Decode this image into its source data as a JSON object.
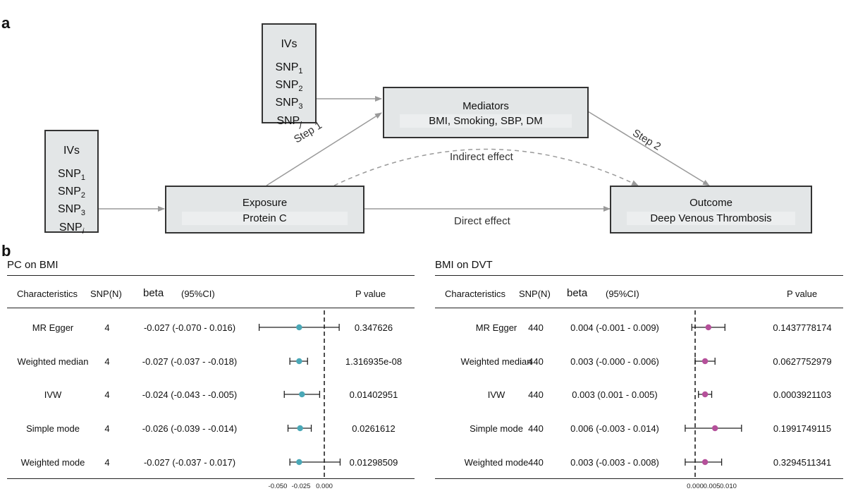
{
  "panel_a": {
    "label": "a",
    "ivs_top": {
      "title": "IVs",
      "snps": [
        {
          "base": "SNP",
          "sub": "1"
        },
        {
          "base": "SNP",
          "sub": "2"
        },
        {
          "base": "SNP",
          "sub": "3"
        },
        {
          "base": "SNP",
          "sub": "j"
        }
      ]
    },
    "ivs_left": {
      "title": "IVs",
      "snps": [
        {
          "base": "SNP",
          "sub": "1"
        },
        {
          "base": "SNP",
          "sub": "2"
        },
        {
          "base": "SNP",
          "sub": "3"
        },
        {
          "base": "SNP",
          "sub": "i"
        }
      ]
    },
    "mediators": {
      "title": "Mediators",
      "subtitle": "BMI, Smoking, SBP, DM"
    },
    "exposure": {
      "title": "Exposure",
      "subtitle": "Protein C"
    },
    "outcome": {
      "title": "Outcome",
      "subtitle": "Deep Venous Thrombosis"
    },
    "edges": {
      "step1": "Step 1",
      "step2": "Step 2",
      "indirect": "Indirect effect",
      "direct": "Direct effect"
    }
  },
  "panel_b": {
    "label": "b",
    "headers": {
      "characteristics": "Characteristics",
      "snp": "SNP(N)",
      "beta": "beta",
      "ci": "(95%CI)",
      "p": "P value"
    },
    "tables": [
      {
        "title": "PC on BMI",
        "point_color": "#4aa8b7",
        "x_ticks": [
          {
            "value": -0.05,
            "label": "-0.050"
          },
          {
            "value": -0.025,
            "label": "-0.025"
          },
          {
            "value": 0.0,
            "label": "0.000"
          }
        ],
        "rows": [
          {
            "method": "MR Egger",
            "snp": "4",
            "ci_text": "-0.027 (-0.070 - 0.016)",
            "beta": -0.027,
            "lo": -0.07,
            "hi": 0.016,
            "p": "0.347626"
          },
          {
            "method": "Weighted median",
            "snp": "4",
            "ci_text": "-0.027 (-0.037 - -0.018)",
            "beta": -0.027,
            "lo": -0.037,
            "hi": -0.018,
            "p": "1.316935e-08"
          },
          {
            "method": "IVW",
            "snp": "4",
            "ci_text": "-0.024 (-0.043 - -0.005)",
            "beta": -0.024,
            "lo": -0.043,
            "hi": -0.005,
            "p": "0.01402951"
          },
          {
            "method": "Simple mode",
            "snp": "4",
            "ci_text": "-0.026 (-0.039 - -0.014)",
            "beta": -0.026,
            "lo": -0.039,
            "hi": -0.014,
            "p": "0.0261612"
          },
          {
            "method": "Weighted mode",
            "snp": "4",
            "ci_text": "-0.027 (-0.037 - 0.017)",
            "beta": -0.027,
            "lo": -0.037,
            "hi": 0.017,
            "p": "0.01298509"
          }
        ]
      },
      {
        "title": "BMI on DVT",
        "point_color": "#b5509a",
        "x_ticks": [
          {
            "value": 0.0,
            "label": "0.000"
          },
          {
            "value": 0.005,
            "label": "0.005"
          },
          {
            "value": 0.01,
            "label": "0.010"
          }
        ],
        "rows": [
          {
            "method": "MR Egger",
            "snp": "440",
            "ci_text": "0.004 (-0.001 - 0.009)",
            "beta": 0.004,
            "lo": -0.001,
            "hi": 0.009,
            "p": "0.1437778174"
          },
          {
            "method": "Weighted median",
            "snp": "440",
            "ci_text": "0.003 (-0.000 - 0.006)",
            "beta": 0.003,
            "lo": 0.0,
            "hi": 0.006,
            "p": "0.0627752979"
          },
          {
            "method": "IVW",
            "snp": "440",
            "ci_text": "0.003 (0.001 - 0.005)",
            "beta": 0.003,
            "lo": 0.001,
            "hi": 0.005,
            "p": "0.0003921103"
          },
          {
            "method": "Simple mode",
            "snp": "440",
            "ci_text": "0.006 (-0.003 - 0.014)",
            "beta": 0.006,
            "lo": -0.003,
            "hi": 0.014,
            "p": "0.1991749115"
          },
          {
            "method": "Weighted mode",
            "snp": "440",
            "ci_text": "0.003 (-0.003 - 0.008)",
            "beta": 0.003,
            "lo": -0.003,
            "hi": 0.008,
            "p": "0.3294511341"
          }
        ]
      }
    ]
  }
}
